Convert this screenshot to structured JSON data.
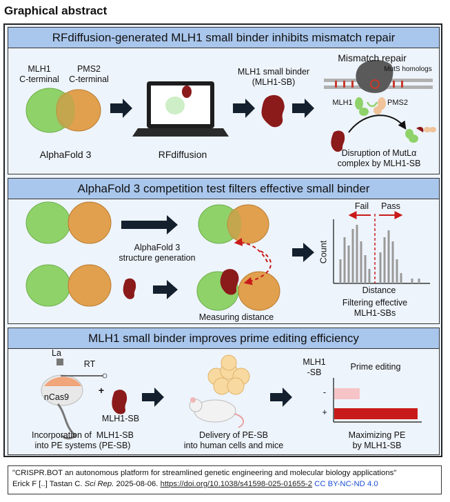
{
  "page_title": "Graphical abstract",
  "panel1": {
    "header": "RFdiffusion-generated MLH1 small binder inhibits mismatch repair",
    "mlh1_label": "MLH1\nC-terminal",
    "pms2_label": "PMS2\nC-terminal",
    "alphafold": "AlphaFold 3",
    "rfdiffusion": "RFdiffusion",
    "binder_label": "MLH1 small binder\n(MLH1-SB)",
    "mismatch_repair": "Mismatch repair",
    "muts": "MutS homologs",
    "mlh1": "MLH1",
    "pms2": "PMS2",
    "disruption": "Disruption of MutLα\ncomplex by MLH1-SB"
  },
  "panel2": {
    "header": "AlphaFold 3 competition test filters effective small binder",
    "af3_gen": "AlphaFold 3\nstructure generation",
    "measuring": "Measuring distance",
    "fail": "Fail",
    "pass": "Pass",
    "count": "Count",
    "distance": "Distance",
    "filtering": "Filtering effective\nMLH1-SBs"
  },
  "panel3": {
    "header": "MLH1 small binder improves prime editing efficiency",
    "la": "La",
    "rt": "RT",
    "ncas9": "nCas9",
    "plus": "+",
    "sb_label": "MLH1-SB",
    "incorporation": "Incorporation of  MLH1-SB\ninto PE systems (PE-SB)",
    "delivery": "Delivery of PE-SB\ninto human cells and mice",
    "mlh1sb_axis": "MLH1\n-SB",
    "prime_editing": "Prime editing",
    "minus": "-",
    "plus_row": "+",
    "maximizing": "Maximizing PE\nby MLH1-SB"
  },
  "chart_data": {
    "type": "bar",
    "categories": [
      "-",
      "+"
    ],
    "values": [
      0.22,
      0.72
    ],
    "title": "Prime editing",
    "ylabel": "MLH1\n-SB",
    "colors": [
      "#f6c3c6",
      "#c81a1a"
    ]
  },
  "citation": {
    "line1": "\"CRISPR.BOT an autonomous platform for streamlined genetic engineering and molecular biology applications\"",
    "authors": "Erick F [..] Tastan C.",
    "journal": "Sci Rep.",
    "date": "2025-08-06.",
    "doi": "https://doi.org/10.1038/s41598-025-01655-2",
    "license": "CC BY-NC-ND 4.0"
  },
  "colors": {
    "header_bg": "#a9c6ec",
    "panel_bg": "#eef4fb",
    "mlh1_green": "#8fd26a",
    "pms2_orange": "#e1a04e",
    "binder_red": "#8b1a1a",
    "arrow_dark": "#14202e"
  }
}
